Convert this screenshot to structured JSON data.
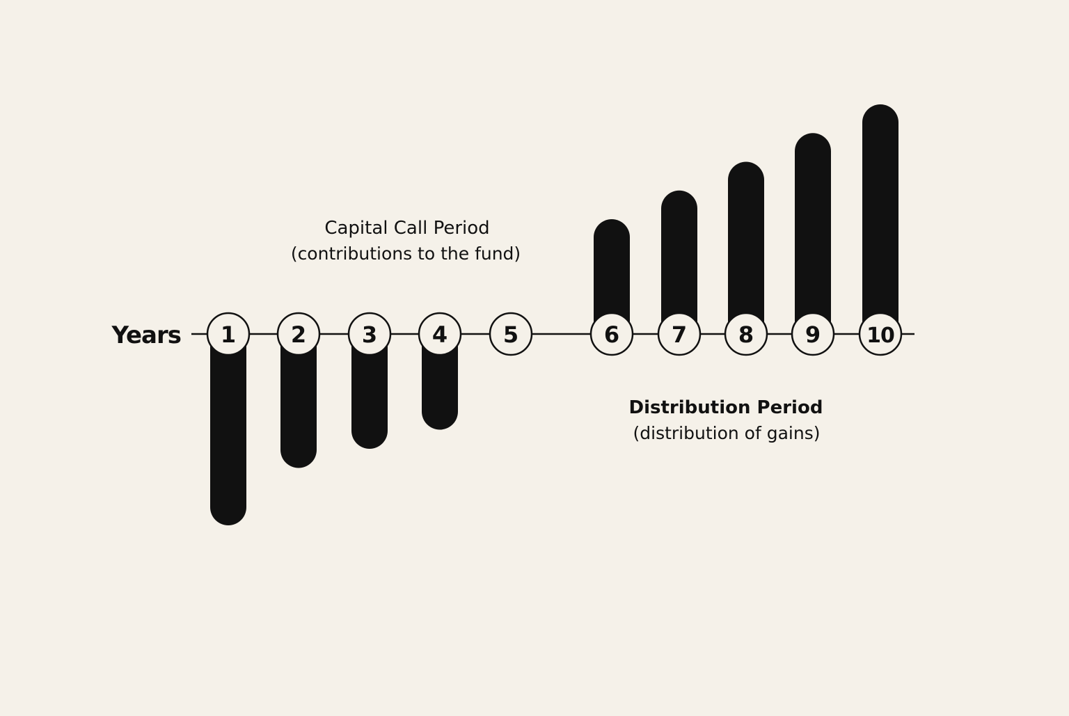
{
  "chart_data": {
    "type": "bar",
    "xlabel": "Years",
    "categories": [
      "1",
      "2",
      "3",
      "4",
      "5",
      "6",
      "7",
      "8",
      "9",
      "10"
    ],
    "values": [
      -10,
      -7,
      -6,
      -5,
      0,
      6,
      7.5,
      9,
      10.5,
      12
    ],
    "grid": false,
    "legend": "none",
    "annotations": {
      "capital_call": {
        "title": "Capital Call Period",
        "subtitle": "(contributions to the fund)"
      },
      "distribution": {
        "title": "Distribution Period",
        "subtitle": "(distribution of gains)"
      }
    }
  },
  "colors": {
    "background": "#f5f1e9",
    "bar": "#111111",
    "marker_fill": "#f5f1e9",
    "ink": "#111111"
  }
}
